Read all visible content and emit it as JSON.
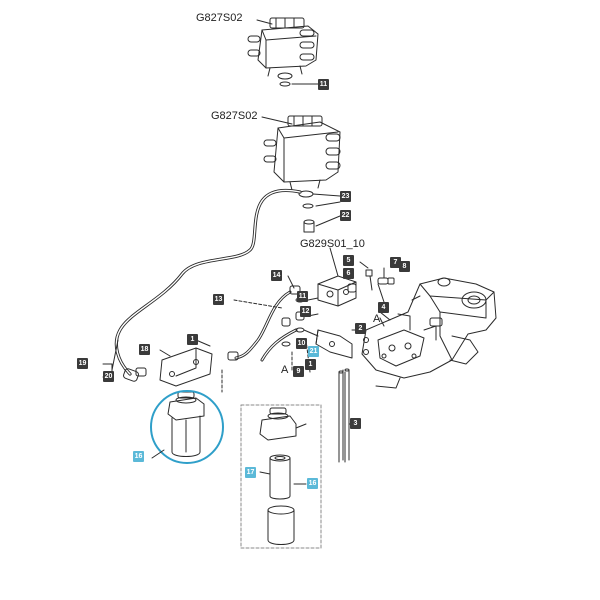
{
  "references": {
    "top_valve": "G827S02",
    "main_valve": "G827S02",
    "block": "G829S01_10"
  },
  "callouts": {
    "c11": "11",
    "c23": "23",
    "c22": "22",
    "c5": "5",
    "c6": "6",
    "c7": "7",
    "c8": "8",
    "c4": "4",
    "c14": "14",
    "c13": "13",
    "c11b": "11",
    "c12": "12",
    "c1a": "1",
    "c10": "10",
    "c21": "21",
    "c9": "9",
    "c1b": "1",
    "c2": "2",
    "c18": "18",
    "c19": "19",
    "c20": "20",
    "c3": "3",
    "c16a": "16",
    "c17": "17",
    "c16b": "16"
  },
  "letters": {
    "a1": "A",
    "a2": "A"
  },
  "colors": {
    "line": "#2b2b2b",
    "highlight_callout": "#5bb9d8",
    "highlight_circle": "#2f9fc9",
    "callout": "#3a3a3a"
  }
}
